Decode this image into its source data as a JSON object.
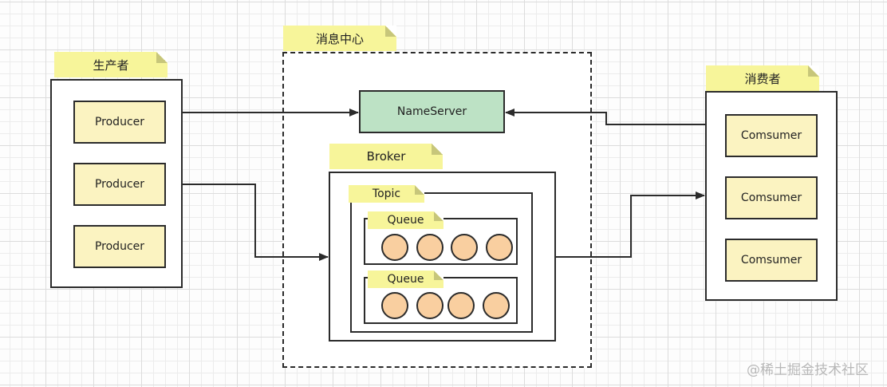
{
  "producer_group": {
    "label": "生产者",
    "nodes": [
      "Producer",
      "Producer",
      "Producer"
    ]
  },
  "message_center": {
    "label": "消息中心",
    "nameserver": "NameServer",
    "broker": {
      "label": "Broker",
      "topic": {
        "label": "Topic",
        "queues": [
          {
            "label": "Queue",
            "messages": 4
          },
          {
            "label": "Queue",
            "messages": 4
          }
        ]
      }
    }
  },
  "consumer_group": {
    "label": "消费者",
    "nodes": [
      "Comsumer",
      "Comsumer",
      "Comsumer"
    ]
  },
  "connections": [
    {
      "from": "Producer",
      "to": "NameServer"
    },
    {
      "from": "Producer",
      "to": "Broker"
    },
    {
      "from": "Consumer",
      "to": "NameServer"
    },
    {
      "from": "Broker",
      "to": "Consumer"
    }
  ],
  "colors": {
    "note": "#f7f59a",
    "node": "#fbf3c1",
    "nameserver": "#bde2c5",
    "message": "#f9cfa0",
    "stroke": "#2b2b2b"
  },
  "watermark": "@稀土掘金技术社区"
}
